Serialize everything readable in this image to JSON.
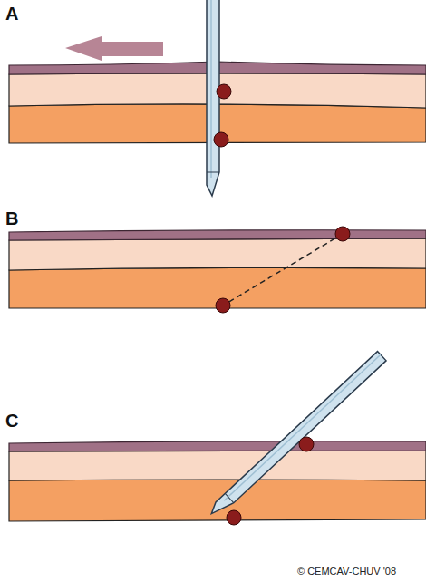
{
  "diagram": {
    "labels": [
      "A",
      "B",
      "C",
      "© CEMCAV-CHUV '08"
    ]
  }
}
